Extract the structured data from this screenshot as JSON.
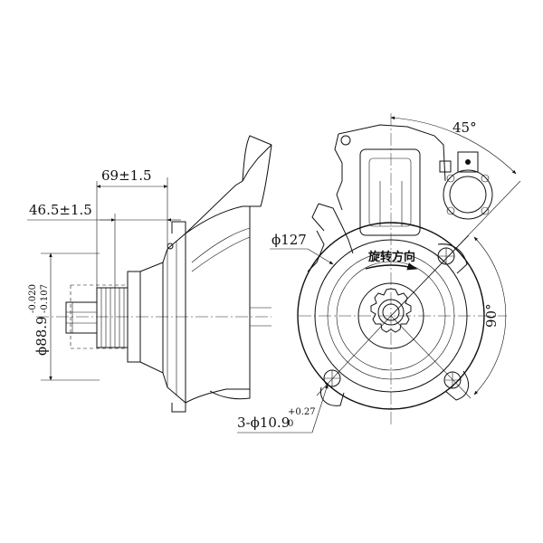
{
  "labels": {
    "dim_69": "69±1.5",
    "dim_46_5": "46.5±1.5",
    "dia_88_9_main": "ϕ88.9",
    "dia_88_9_upper_tol": "-0.020",
    "dia_88_9_lower_tol": "-0.107",
    "dia_127": "ϕ127",
    "rotation": "旋转方向",
    "angle_45": "45°",
    "angle_90": "90°",
    "holes_main": "3-ϕ10.9",
    "holes_upper_tol": "+0.27",
    "holes_lower_tol": "0"
  }
}
